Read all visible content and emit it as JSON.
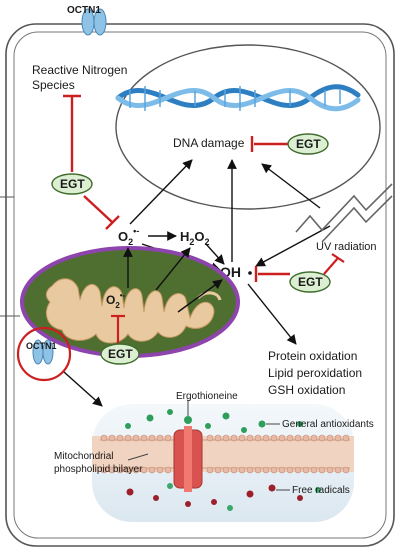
{
  "labels": {
    "octn1_top": "OCTN1",
    "rns_line1": "Reactive Nitrogen",
    "rns_line2": "Species",
    "dna_damage": "DNA damage",
    "egt": "EGT",
    "superoxide_main": "O",
    "superoxide_sub": "2",
    "superoxide_sup": "•-",
    "h2o2_h": "H",
    "h2o2_sub1": "2",
    "h2o2_o": "O",
    "h2o2_sub2": "2",
    "hydroxyl": "OH",
    "uv_radiation": "UV radiation",
    "octn1_mito": "OCTN1",
    "mito_superoxide_main": "O",
    "mito_superoxide_sub": "2",
    "mito_superoxide_sup": "•-",
    "protein_oxidation": "Protein oxidation",
    "lipid_peroxidation": "Lipid peroxidation",
    "gsh_oxidation": "GSH oxidation",
    "ergothioneine": "Ergothioneine",
    "general_antioxidants": "General antioxidants",
    "mito_bilayer_line1": "Mitochondrial",
    "mito_bilayer_line2": "phospholipid bilayer",
    "free_radicals": "Free radicals"
  },
  "colors": {
    "inhibition": "#cc1f1f",
    "mito_outer": "#8e44ad",
    "mito_fill": "#4f6f30",
    "mito_matrix": "#e9c9a0",
    "egt_fill": "#dcefd2",
    "egt_stroke": "#3f6b2c",
    "dna_blue": "#3a8fd0",
    "octn1_blue": "#8fc3e6"
  }
}
